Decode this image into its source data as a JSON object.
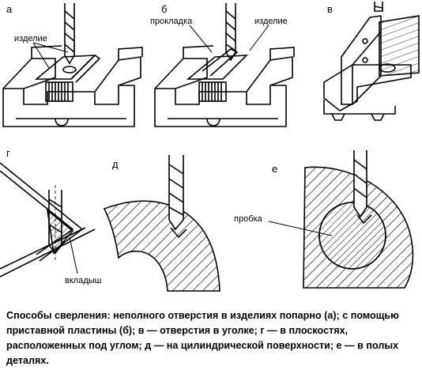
{
  "panels": {
    "a": {
      "letter": "а",
      "part_label": "изделие"
    },
    "b": {
      "letter": "б",
      "spacer_label": "прокладка",
      "part_label": "изделие"
    },
    "v": {
      "letter": "в"
    },
    "g": {
      "letter": "г",
      "insert_label": "вкладыш"
    },
    "d": {
      "letter": "д"
    },
    "e": {
      "letter": "е",
      "plug_label": "пробка"
    }
  },
  "caption": "Способы сверления: неполного отверстия в изделиях попарно (а); с помощью приставной пластины (б); в — отверстия в уголке; г — в плоскостях, расположенных под углом; д — на цилиндрической поверхности; е — в полых деталях."
}
